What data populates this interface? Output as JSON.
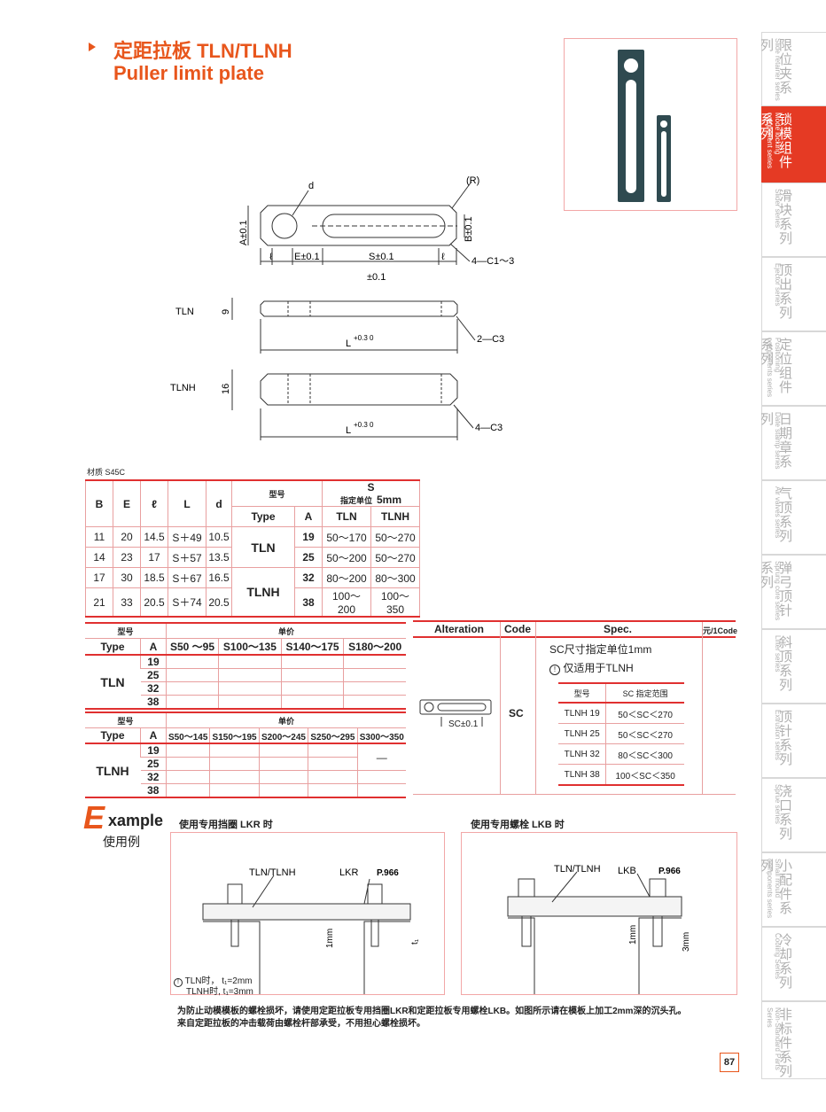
{
  "header": {
    "title_cn": "定距拉板 TLN/TLNH",
    "title_en": "Puller limit plate"
  },
  "drawing": {
    "labels": {
      "d": "d",
      "R": "(R)",
      "A": "A±0.1",
      "B": "B±0.1",
      "l": "ℓ",
      "E": "E±0.1",
      "S": "S±0.1",
      "tol": "±0.1",
      "chamfer_top": "4—C1～3",
      "tln": "TLN",
      "tlnh": "TLNH",
      "t9": "9",
      "t16": "16",
      "L": "L",
      "L_tol": "+0.3 0",
      "c2": "2—C3",
      "c4": "4—C3"
    }
  },
  "material": "材质  S45C",
  "spec_table": {
    "headers": {
      "B": "B",
      "E": "E",
      "l": "ℓ",
      "L": "L",
      "d": "d",
      "model_cn": "型号",
      "type": "Type",
      "A": "A",
      "S": "S",
      "unit": "指定单位",
      "step": "5mm",
      "tln": "TLN",
      "tlnh": "TLNH"
    },
    "rows": [
      {
        "B": "11",
        "E": "20",
        "l": "14.5",
        "L": "S＋49",
        "d": "10.5",
        "A": "19",
        "tln": "50～170",
        "tlnh": "50～270"
      },
      {
        "B": "14",
        "E": "23",
        "l": "17",
        "L": "S＋57",
        "d": "13.5",
        "A": "25",
        "tln": "50～200",
        "tlnh": "50～270"
      },
      {
        "B": "17",
        "E": "30",
        "l": "18.5",
        "L": "S＋67",
        "d": "16.5",
        "A": "32",
        "tln": "80～200",
        "tlnh": "80～300"
      },
      {
        "B": "21",
        "E": "33",
        "l": "20.5",
        "L": "S＋74",
        "d": "20.5",
        "A": "38",
        "tln": "100～200",
        "tlnh": "100～350"
      }
    ],
    "type_tln": "TLN",
    "type_tlnh": "TLNH"
  },
  "price_tln": {
    "model_cn": "型号",
    "price_cn": "单价",
    "type": "Type",
    "A": "A",
    "cols": [
      "S50 ～95",
      "S100～135",
      "S140～175",
      "S180～200"
    ],
    "type_value": "TLN",
    "a_values": [
      "19",
      "25",
      "32",
      "38"
    ]
  },
  "price_tlnh": {
    "model_cn": "型号",
    "price_cn": "单价",
    "type": "Type",
    "A": "A",
    "cols": [
      "S50～145",
      "S150～195",
      "S200～245",
      "S250～295",
      "S300～350"
    ],
    "type_value": "TLNH",
    "a_values": [
      "19",
      "25",
      "32",
      "38"
    ],
    "dash": "—"
  },
  "alteration": {
    "headers": {
      "alt": "Alteration",
      "code": "Code",
      "spec": "Spec.",
      "unit": "元/1Code"
    },
    "code": "SC",
    "sc_label": "SC±0.1",
    "spec_line1": "SC尺寸指定单位1mm",
    "spec_line2": "仅适用于TLNH",
    "sub_headers": {
      "model": "型号",
      "range": "SC 指定范围"
    },
    "sub_rows": [
      {
        "model": "TLNH  19",
        "range": "50＜SC＜270"
      },
      {
        "model": "TLNH  25",
        "range": "50＜SC＜270"
      },
      {
        "model": "TLNH  32",
        "range": "80＜SC＜300"
      },
      {
        "model": "TLNH  38",
        "range": "100＜SC＜350"
      }
    ]
  },
  "example": {
    "e": "E",
    "rest": "xample",
    "cn": "使用例",
    "left_title": "使用专用挡圈 LKR 时",
    "right_title": "使用专用螺栓 LKB 时",
    "left_part": "TLN/TLNH",
    "left_ref": "LKR",
    "ref_page": "P.966",
    "right_part": "TLN/TLNH",
    "right_ref": "LKB",
    "dim_1mm": "1mm",
    "dim_t": "t₁",
    "dim_3mm": "3mm",
    "note1": "TLN时，  t₁=2mm",
    "note2": "TLNH时, t₁=3mm",
    "footer1": "为防止动模模板的螺栓损坏，请使用定距拉板专用挡圈LKR和定距拉板专用螺栓LKB。如图所示请在模板上加工2mm深的沉头孔。",
    "footer2": "来自定距拉板的冲击载荷由螺栓杆部承受，不用担心螺栓损坏。"
  },
  "sidebar": [
    {
      "cn": "限位夹系列",
      "en": "Slide retainer series"
    },
    {
      "cn": "锁模组件系列",
      "en": "Mode locking component series",
      "active": true
    },
    {
      "cn": "滑块系列",
      "en": "Slider series"
    },
    {
      "cn": "顶出系列",
      "en": "Ejector series"
    },
    {
      "cn": "定位组件系列",
      "en": "Positioning components series"
    },
    {
      "cn": "日期章系列",
      "en": "Date stamp series"
    },
    {
      "cn": "气顶系列",
      "en": "Air valves series"
    },
    {
      "cn": "弹弓顶针系列",
      "en": "Sprung core series"
    },
    {
      "cn": "斜顶系列",
      "en": "Lifter series"
    },
    {
      "cn": "顶针系列",
      "en": "Extrusion series"
    },
    {
      "cn": "浇口系列",
      "en": "Sprue series"
    },
    {
      "cn": "小配件系列",
      "en": "Small mould components series"
    },
    {
      "cn": "冷却系列",
      "en": "Cooling Series"
    },
    {
      "cn": "非标件系列",
      "en": "Non-Standard Parts Series"
    }
  ],
  "page_number": "87"
}
